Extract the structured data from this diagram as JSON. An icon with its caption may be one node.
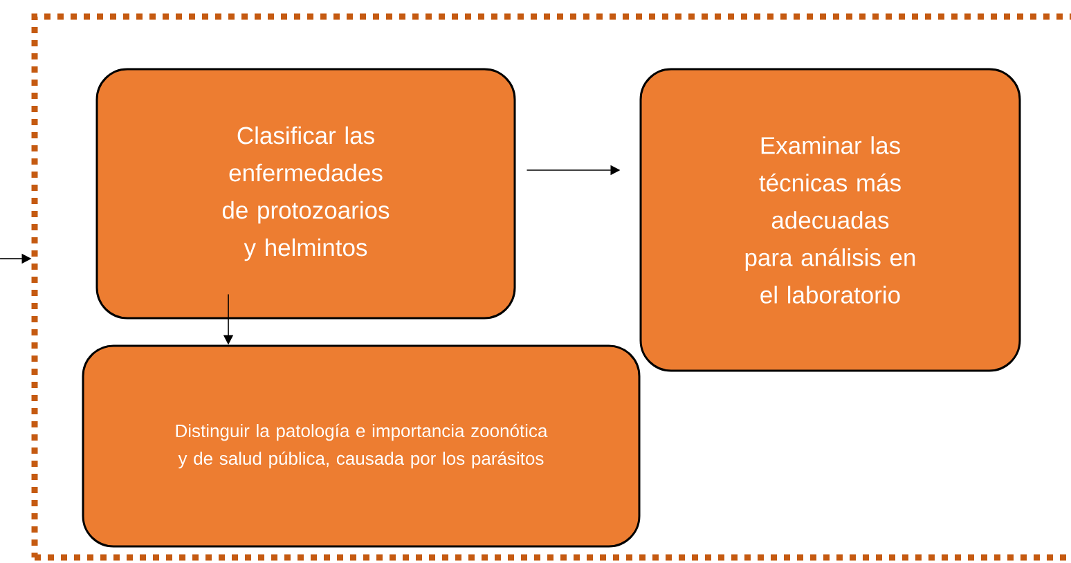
{
  "diagram": {
    "nodes": [
      {
        "text": [],
        "shape": "box"
      },
      {
        "text": [
          "Clasificar las enfermedades de protozoarios y helmintos"
        ],
        "in": 0
      },
      {
        "text": [
          "Examinar las técnicas más adecuadas para análisis en el laboratorio"
        ],
        "in": 0
      },
      {
        "text": [
          "Distinguir la patología e importancia zoonótica y de salud pública, causada por los parásitos"
        ],
        "in": 0
      }
    ],
    "edges": [
      {
        "from": null,
        "to": 0,
        "arrow": "to"
      },
      {
        "from": 1,
        "to": 2,
        "arrow": "to"
      },
      {
        "from": 1,
        "to": 3,
        "arrow": "to"
      }
    ]
  }
}
